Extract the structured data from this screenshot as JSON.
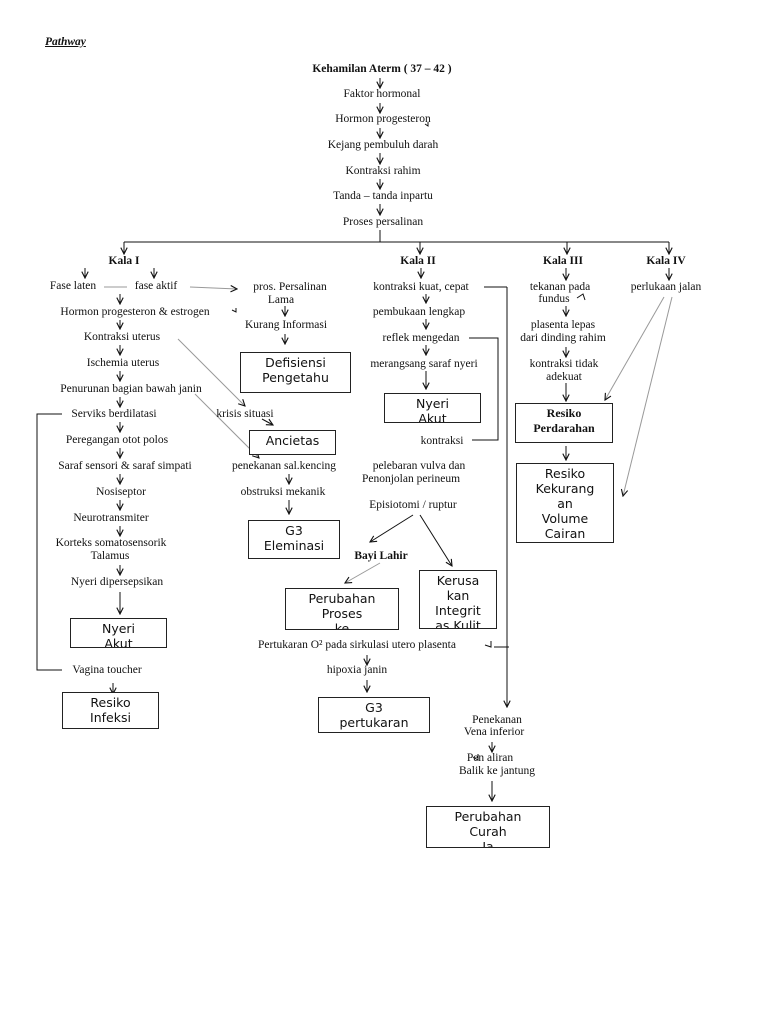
{
  "title": "Pathway",
  "main": {
    "kehamilan": "Kehamilan Aterm ( 37 – 42 )",
    "faktor": "Faktor hormonal",
    "hormon": "Hormon progesteron",
    "kejang": "Kejang pembuluh darah",
    "kontraksi": "Kontraksi rahim",
    "tanda": "Tanda – tanda inpartu",
    "proses": "Proses persalinan"
  },
  "kala_headers": [
    "Kala I",
    "Kala II",
    "Kala III",
    "Kala IV"
  ],
  "kala1": {
    "fase_laten": "Fase laten",
    "fase_aktif": "fase aktif",
    "hormon_estrogen": "Hormon progesteron & estrogen",
    "kontraksi_uterus": "Kontraksi uterus",
    "ischemia": "Ischemia uterus",
    "penurunan": "Penurunan bagian bawah janin",
    "serviks": "Serviks berdilatasi",
    "peregangan": "Peregangan otot polos",
    "saraf": "Saraf sensori & saraf simpati",
    "nosiseptor": "Nosiseptor",
    "neuro": "Neurotransmiter",
    "korteks": "Korteks somatosensorik",
    "talamus": "Talamus",
    "nyeri_persepsi": "Nyeri dipersepsikan",
    "vagina": "Vagina toucher"
  },
  "middle": {
    "pros_lama_1": "pros. Persalinan",
    "pros_lama_2": "Lama",
    "kurang_info": "Kurang Informasi",
    "krisis": "krisis situasi",
    "penekanan_sal": "penekanan sal.kencing",
    "obstruksi": "obstruksi mekanik"
  },
  "kala2": {
    "kontraksi_kuat": "kontraksi kuat, cepat",
    "pembukaan": "pembukaan lengkap",
    "reflek": "reflek mengedan",
    "merangsang": "merangsang saraf  nyeri",
    "kontraksi": "kontraksi",
    "pelebaran_1": "pelebaran vulva dan",
    "pelebaran_2": "Penonjolan perineum",
    "episiotomi": "Episiotomi / ruptur",
    "bayi_lahir": "Bayi Lahir",
    "pertukaran": "Pertukaran O² pada sirkulasi utero plasenta",
    "hipoxia": "hipoxia janin",
    "penekanan_vena_1": "Penekanan",
    "penekanan_vena_2": "Vena inferior",
    "pen_aliran_1": "Pen aliran",
    "pen_aliran_2": "Balik ke jantung"
  },
  "kala3": {
    "tekanan_1": "tekanan pada",
    "tekanan_2": "fundus",
    "plasenta_1": "plasenta lepas",
    "plasenta_2": "dari dinding rahim",
    "kontraksi_1": "kontraksi tidak",
    "kontraksi_2": "adekuat"
  },
  "kala4": {
    "perlukaan": "perlukaan jalan"
  },
  "boxes": {
    "defisiensi": [
      "Defisiensi",
      "Pengetahu"
    ],
    "nyeri_akut_kala2": [
      "Nyeri",
      "Akut"
    ],
    "ancietas": [
      "Ancietas"
    ],
    "g3_eleminasi": [
      "G3",
      "Eleminasi"
    ],
    "perubahan_proses": [
      "Perubahan",
      "Proses",
      "ke"
    ],
    "kerusakan": [
      "Kerusa",
      "kan",
      "Integrit",
      "as Kulit"
    ],
    "nyeri_akut_kala1": [
      "Nyeri",
      "Akut"
    ],
    "resiko_infeksi": [
      "Resiko",
      "Infeksi"
    ],
    "g3_pertukaran": [
      "G3",
      "pertukaran"
    ],
    "resiko_perdarahan": [
      "Resiko",
      "Perdarahan"
    ],
    "resiko_kekurangan": [
      "Resiko",
      "Kekurang",
      "an",
      "Volume",
      "Cairan"
    ],
    "perubahan_curah": [
      "Perubahan",
      "Curah",
      "Ja"
    ]
  }
}
